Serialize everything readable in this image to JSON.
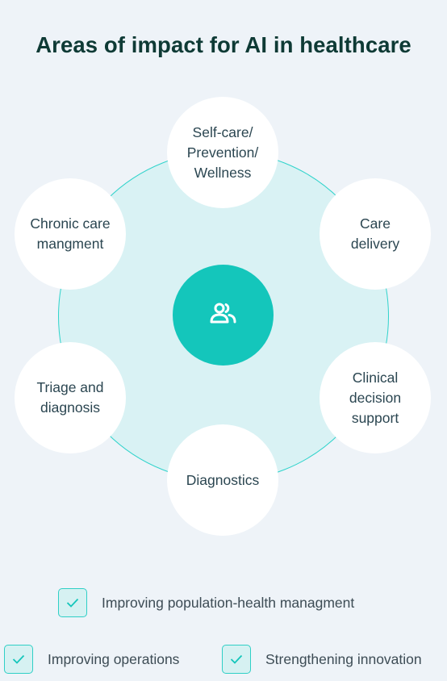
{
  "title": "Areas of impact for AI in healthcare",
  "center_icon": "people-icon",
  "nodes": [
    {
      "label": "Self-care/\nPrevention/\nWellness"
    },
    {
      "label": "Care\ndelivery"
    },
    {
      "label": "Clinical\ndecision\nsupport"
    },
    {
      "label": "Diagnostics"
    },
    {
      "label": "Triage and\ndiagnosis"
    },
    {
      "label": "Chronic care\nmangment"
    }
  ],
  "legend": [
    {
      "label": "Improving population-health managment",
      "icon": "checkmark-icon"
    },
    {
      "label": "Improving operations",
      "icon": "checkmark-icon"
    },
    {
      "label": "Strengthening innovation",
      "icon": "checkmark-icon"
    }
  ],
  "colors": {
    "accent": "#14c6bb",
    "circle_fill": "#d9f2f4",
    "outline": "#2fd3cb",
    "title": "#0e3a35",
    "background": "#eef3f8"
  }
}
